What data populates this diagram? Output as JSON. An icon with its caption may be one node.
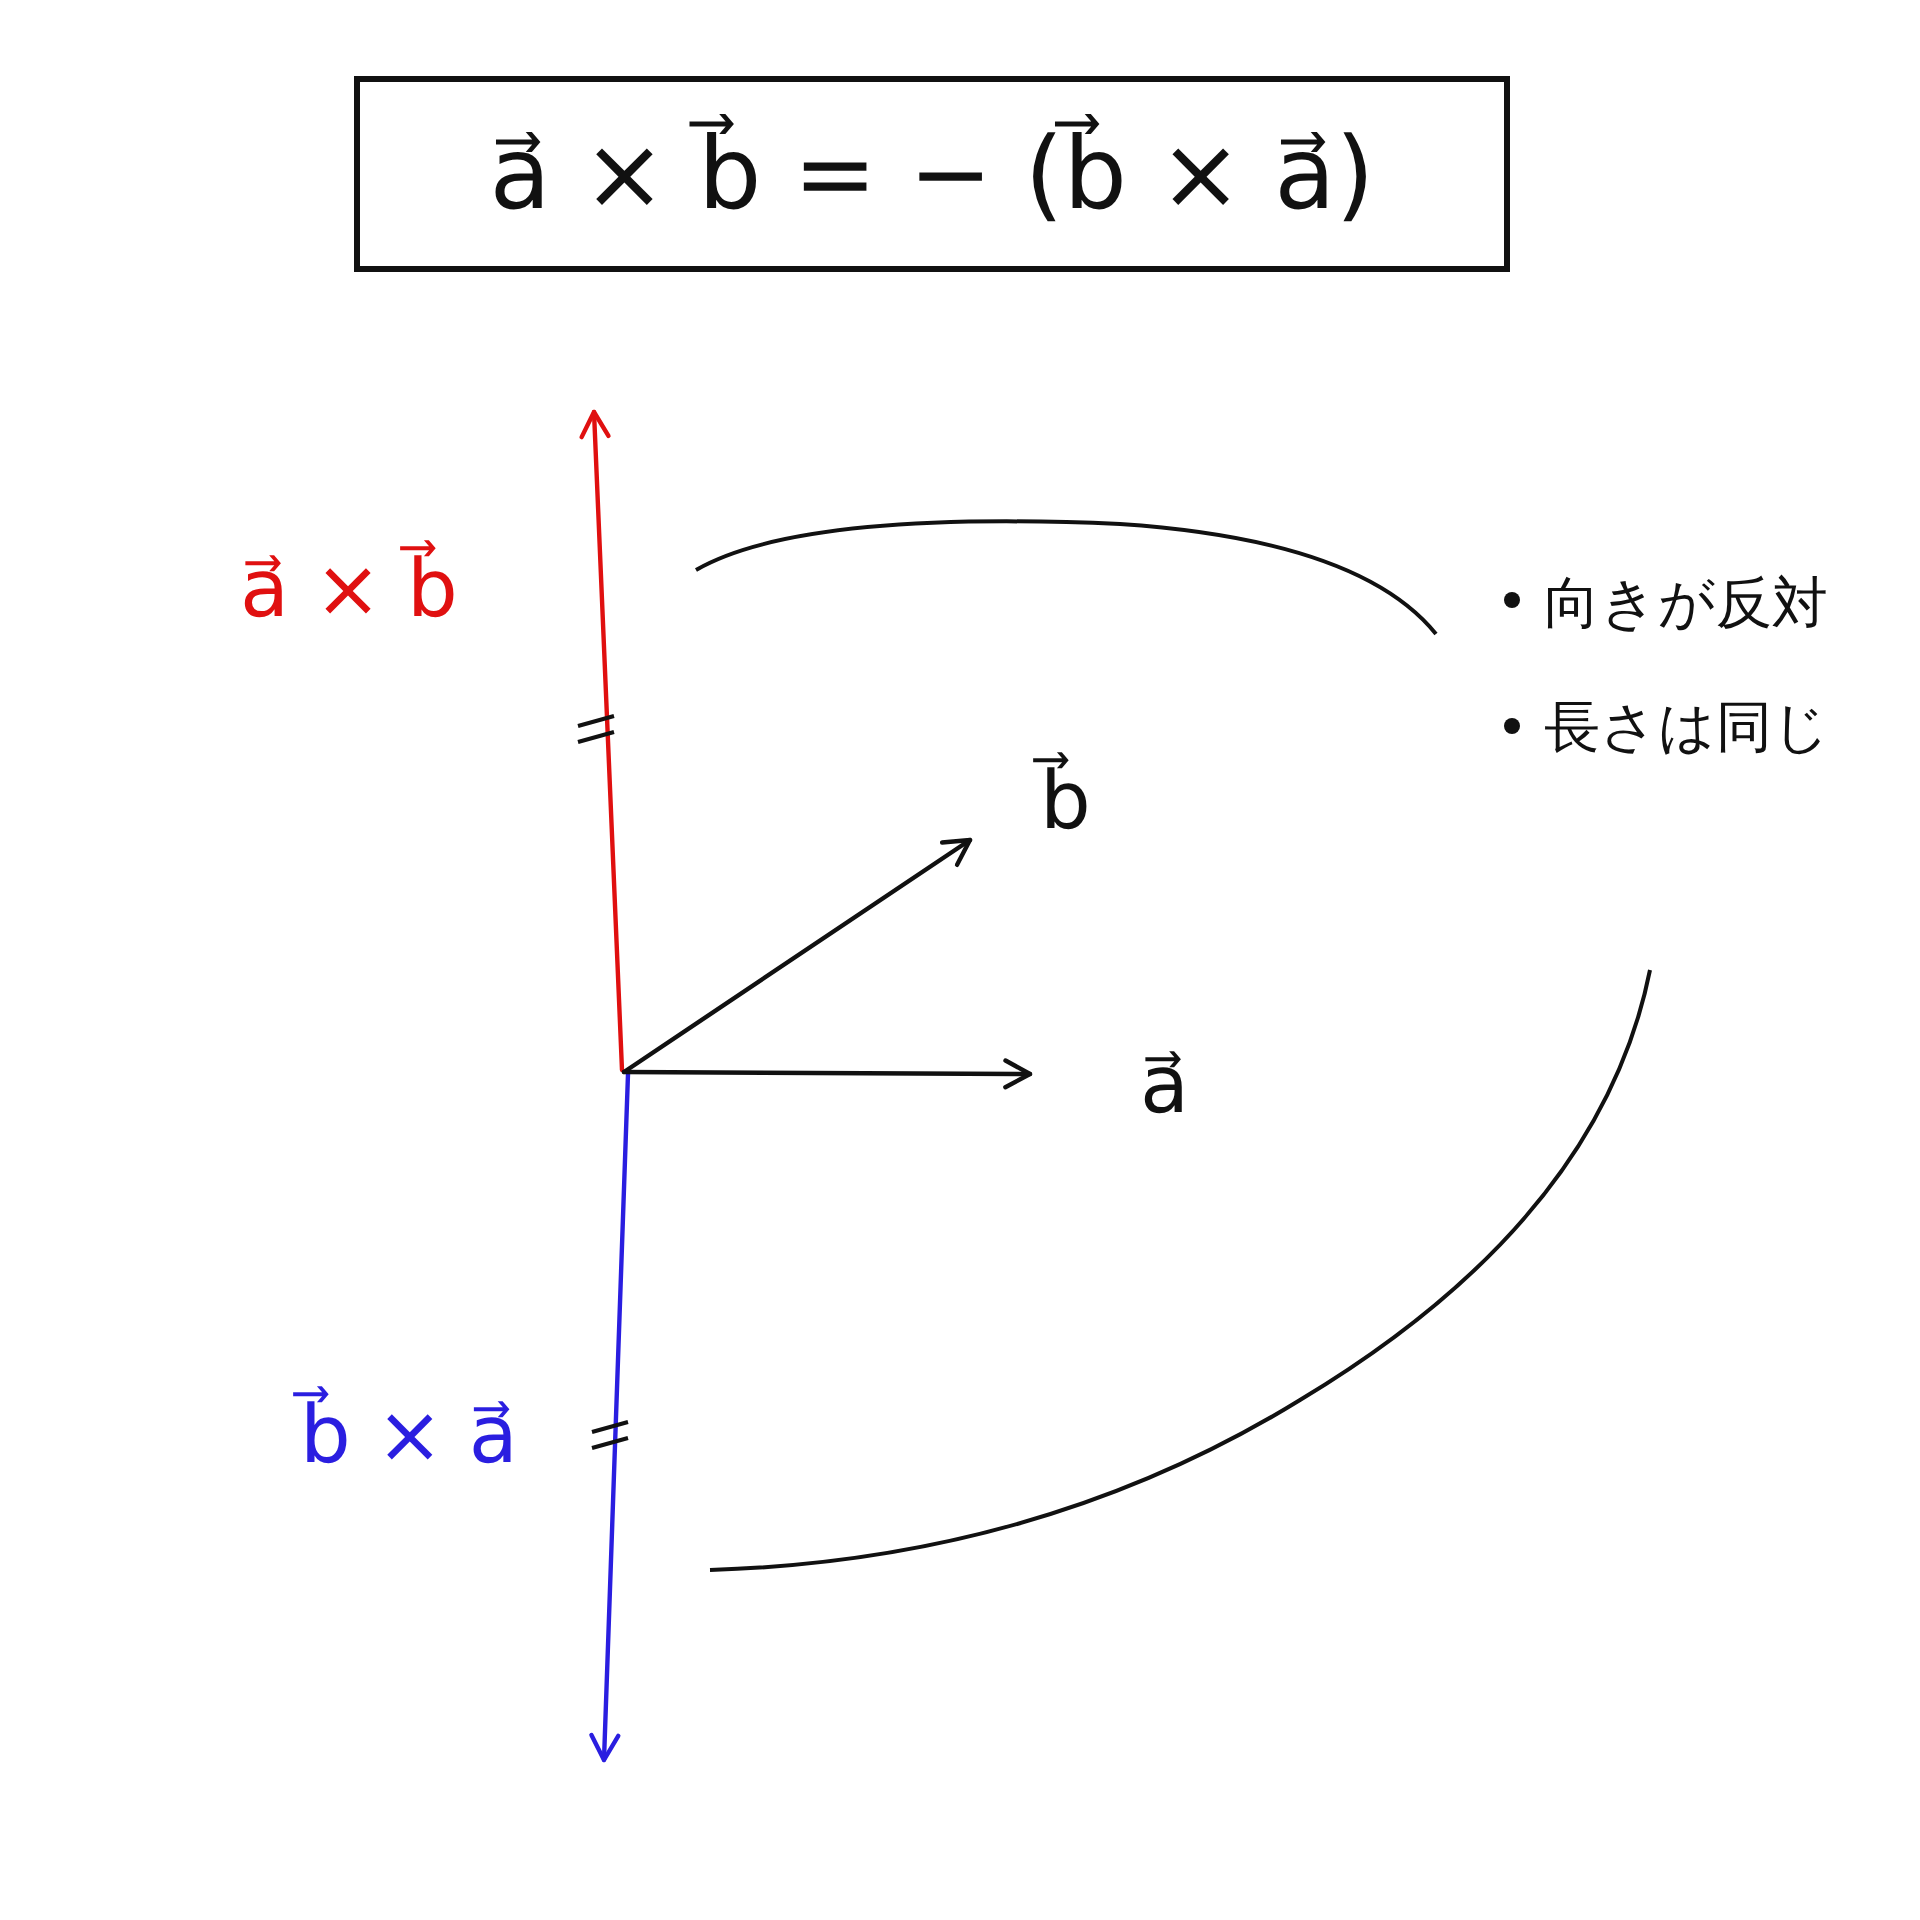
{
  "diagram": {
    "nodes": [
      {
        "text": [
          "a⃗ × b⃗ = − (b⃗ × a⃗)"
        ]
      }
    ],
    "labels": [
      "a⃗ × b⃗",
      "b⃗",
      "a⃗",
      "b⃗ × a⃗",
      "向きが反対",
      "長さは同じ"
    ]
  }
}
